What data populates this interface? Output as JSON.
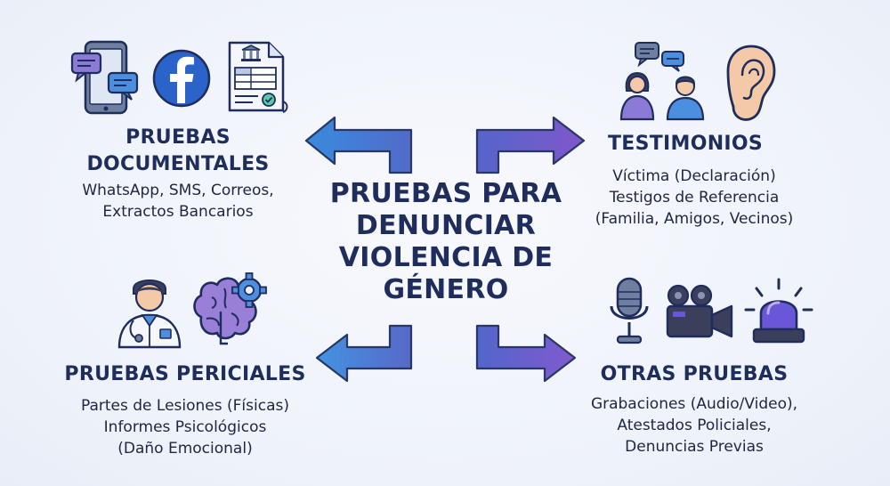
{
  "center": {
    "title_lines": [
      "PRUEBAS PARA",
      "DENUNCIAR",
      "VIOLENCIA DE",
      "GÉNERO"
    ]
  },
  "sections": {
    "documentales": {
      "title_lines": [
        "PRUEBAS",
        "DOCUMENTALES"
      ],
      "desc_lines": [
        "WhatsApp, SMS, Correos,",
        "Extractos Bancarios"
      ],
      "icons": [
        "smartphone-chat-icon",
        "facebook-icon",
        "bank-statement-icon"
      ]
    },
    "testimonios": {
      "title": "TESTIMONIOS",
      "desc_lines": [
        "Víctima (Declaración)",
        "Testigos de Referencia",
        "(Familia, Amigos, Vecinos)"
      ],
      "icons": [
        "people-talking-icon",
        "ear-icon"
      ]
    },
    "periciales": {
      "title": "PRUEBAS PERICIALES",
      "desc_lines": [
        "Partes de Lesiones (Físicas)",
        "Informes Psicológicos",
        "(Daño Emocional)"
      ],
      "icons": [
        "doctor-icon",
        "brain-gear-icon"
      ]
    },
    "otras": {
      "title": "OTRAS PRUEBAS",
      "desc_lines": [
        "Grabaciones (Audio/Video),",
        "Atestados Policiales,",
        "Denuncias Previas"
      ],
      "icons": [
        "microphone-icon",
        "video-camera-icon",
        "police-siren-icon"
      ]
    }
  },
  "colors": {
    "navy": "#1f2d5c",
    "arrow_blue": "#2f7fd6",
    "arrow_purple": "#6a4fc8",
    "facebook": "#2a63c9",
    "siren": "#6a56d8",
    "skin": "#f3c9a8"
  }
}
